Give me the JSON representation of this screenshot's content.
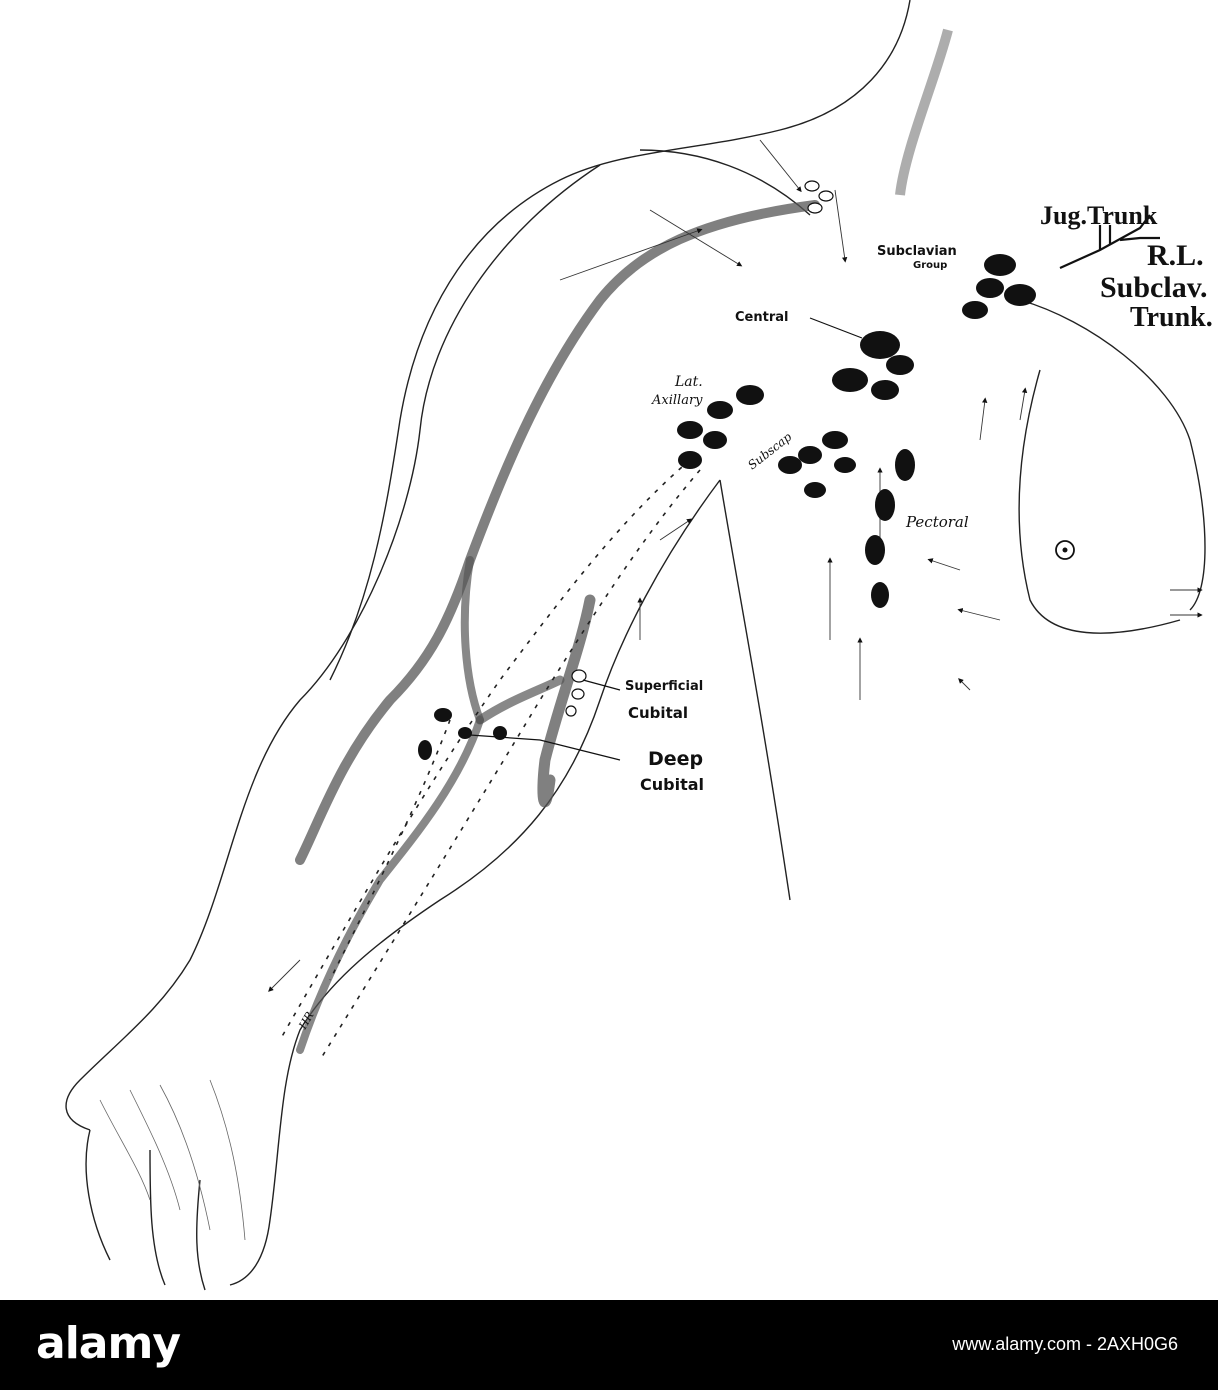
{
  "diagram": {
    "labels": {
      "jug_trunk": "Jug.Trunk",
      "rl": "R.L.",
      "subclavian_group_1": "Subclavian",
      "subclavian_group_2": "Group",
      "subclav_trunk_1": "Subclav.",
      "subclav_trunk_2": "Trunk.",
      "central": "Central",
      "lat_axillary_1": "Lat.",
      "lat_axillary_2": "Axillary",
      "subscap": "Subscap",
      "pectoral": "Pectoral",
      "superficial_cubital_1": "Superficial",
      "superficial_cubital_2": "Cubital",
      "deep_cubital_1": "Deep",
      "deep_cubital_2": "Cubital",
      "signature": "HR"
    }
  },
  "footer": {
    "brand": "alamy",
    "image_id": "www.alamy.com - 2AXH0G6"
  }
}
